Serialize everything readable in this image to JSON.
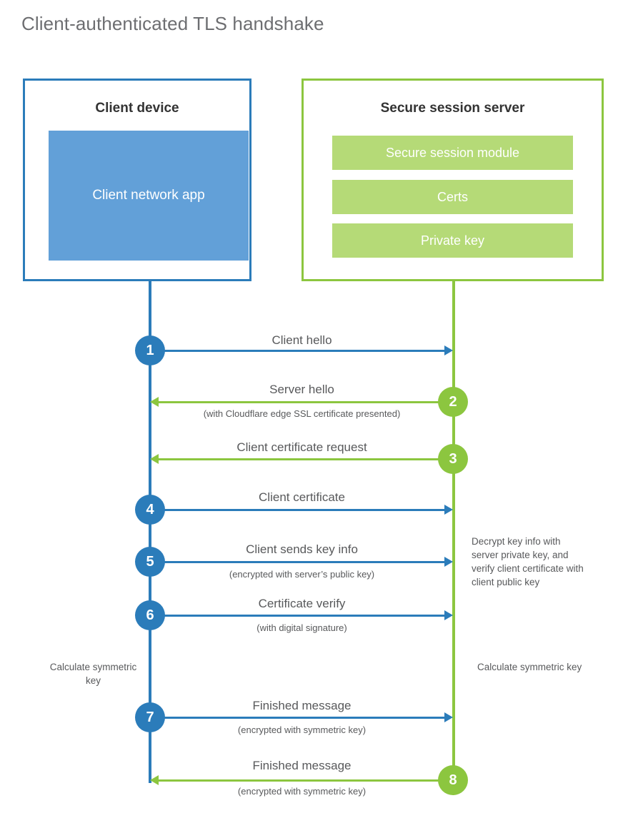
{
  "title": "Client-authenticated TLS handshake",
  "parties": {
    "client": {
      "name": "Client device",
      "app_label": "Client network app"
    },
    "server": {
      "name": "Secure session server",
      "components": [
        "Secure session module",
        "Certs",
        "Private key"
      ]
    }
  },
  "colors": {
    "client_blue": "#2b7cba",
    "client_app_fill": "#62a0d8",
    "server_green": "#8cc63f",
    "server_bar_fill": "#b5da77",
    "text": "#58595b",
    "title": "#6d6e71"
  },
  "steps": [
    {
      "num": "1",
      "label": "Client hello",
      "sub": "",
      "dir": "right",
      "color": "blue"
    },
    {
      "num": "2",
      "label": "Server hello",
      "sub": "(with Cloudflare edge SSL certificate presented)",
      "dir": "left",
      "color": "green"
    },
    {
      "num": "3",
      "label": "Client certificate request",
      "sub": "",
      "dir": "left",
      "color": "green"
    },
    {
      "num": "4",
      "label": "Client certificate",
      "sub": "",
      "dir": "right",
      "color": "blue"
    },
    {
      "num": "5",
      "label": "Client sends key info",
      "sub": "(encrypted with server’s public key)",
      "dir": "right",
      "color": "blue"
    },
    {
      "num": "6",
      "label": "Certificate verify",
      "sub": "(with digital signature)",
      "dir": "right",
      "color": "blue"
    },
    {
      "num": "7",
      "label": "Finished message",
      "sub": "(encrypted with symmetric key)",
      "dir": "right",
      "color": "blue"
    },
    {
      "num": "8",
      "label": "Finished message",
      "sub": "(encrypted with symmetric key)",
      "dir": "left",
      "color": "green"
    }
  ],
  "notes": {
    "client_calculate": "Calculate symmetric key",
    "server_calculate": "Calculate symmetric key",
    "server_decrypt": "Decrypt key info with server private key, and verify client certificate with client public key"
  }
}
